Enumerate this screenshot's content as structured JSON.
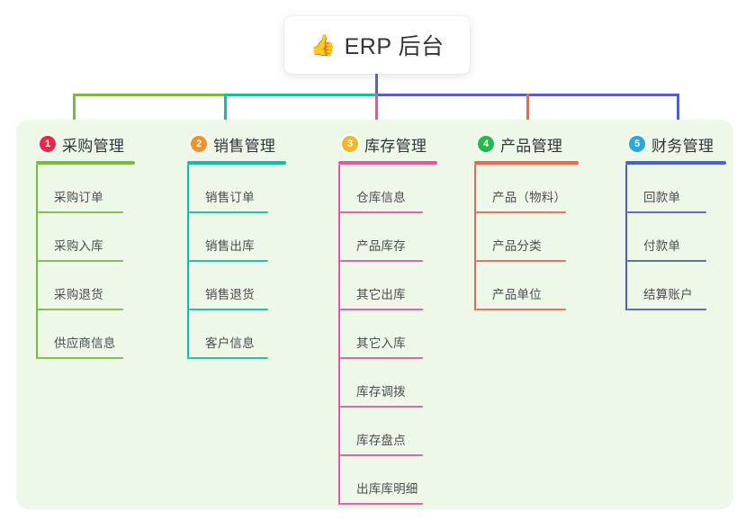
{
  "root": {
    "icon": "thumbs-up-icon",
    "emoji": "👍",
    "title": "ERP 后台"
  },
  "colors": {
    "panel_bg": "#eef8e8",
    "page_bg": "#ffffff",
    "bus_green": "#7cb843",
    "bus_teal": "#0dbfa5",
    "bus_blue": "#5560c8",
    "stem": "#5560c8",
    "text_dark": "#31343b",
    "text_leaf": "#4a4d53"
  },
  "columns": [
    {
      "index": "1",
      "title": "采购管理",
      "badge_color": "#e8274b",
      "accent": "#7cb843",
      "stub_color": "#7cb843",
      "items": [
        {
          "label": "采购订单"
        },
        {
          "label": "采购入库"
        },
        {
          "label": "采购退货"
        },
        {
          "label": "供应商信息"
        }
      ]
    },
    {
      "index": "2",
      "title": "销售管理",
      "badge_color": "#f7902b",
      "accent": "#0dbfa5",
      "stub_color": "#0dbfa5",
      "items": [
        {
          "label": "销售订单"
        },
        {
          "label": "销售出库"
        },
        {
          "label": "销售退货"
        },
        {
          "label": "客户信息"
        }
      ]
    },
    {
      "index": "3",
      "title": "库存管理",
      "badge_color": "#f4b728",
      "accent": "#e8559f",
      "stub_color": "#e8559f",
      "items": [
        {
          "label": "仓库信息"
        },
        {
          "label": "产品库存"
        },
        {
          "label": "其它出库"
        },
        {
          "label": "其它入库"
        },
        {
          "label": "库存调拨"
        },
        {
          "label": "库存盘点"
        },
        {
          "label": "出库库明细"
        }
      ]
    },
    {
      "index": "4",
      "title": "产品管理",
      "badge_color": "#22bb4b",
      "accent": "#f4634f",
      "stub_color": "#f4634f",
      "items": [
        {
          "label": "产品（物料）"
        },
        {
          "label": "产品分类"
        },
        {
          "label": "产品单位"
        }
      ]
    },
    {
      "index": "5",
      "title": "财务管理",
      "badge_color": "#29a7e1",
      "accent": "#4a63c0",
      "stub_color": "#4a63c0",
      "items": [
        {
          "label": "回款单"
        },
        {
          "label": "付款单"
        },
        {
          "label": "结算账户"
        }
      ]
    }
  ]
}
